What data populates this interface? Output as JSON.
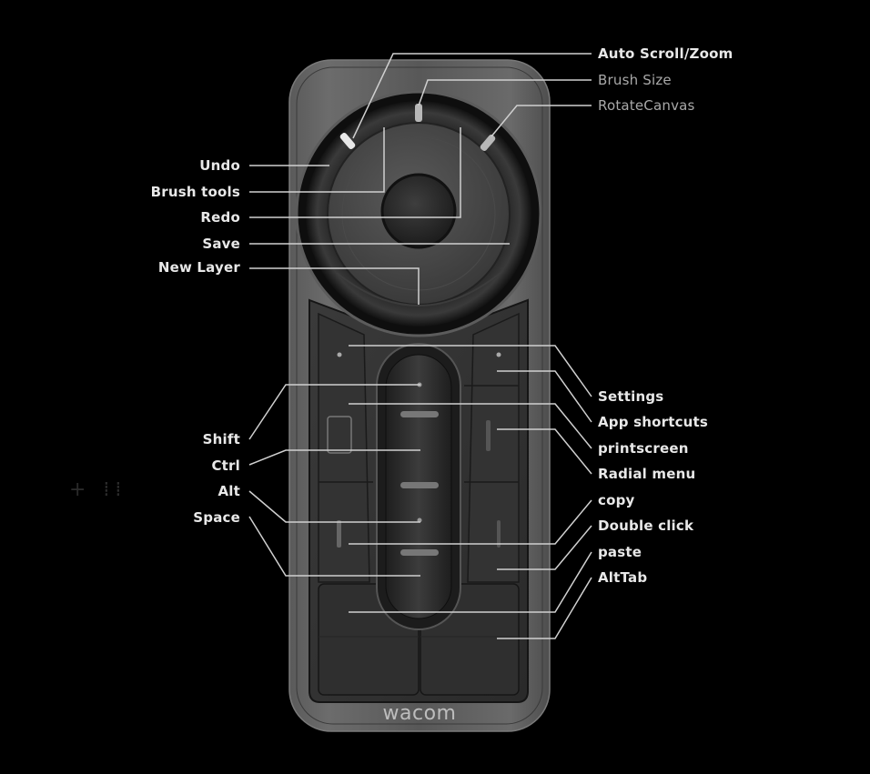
{
  "diagram": {
    "brand": "wacom",
    "left_labels": [
      {
        "id": "undo",
        "text": "Undo"
      },
      {
        "id": "brush-tools",
        "text": "Brush tools"
      },
      {
        "id": "redo",
        "text": "Redo"
      },
      {
        "id": "save",
        "text": "Save"
      },
      {
        "id": "new-layer",
        "text": "New Layer"
      },
      {
        "id": "shift",
        "text": "Shift"
      },
      {
        "id": "ctrl",
        "text": "Ctrl"
      },
      {
        "id": "alt",
        "text": "Alt"
      },
      {
        "id": "space",
        "text": "Space"
      }
    ],
    "right_labels": [
      {
        "id": "auto-scroll-zoom",
        "text": "Auto Scroll/Zoom"
      },
      {
        "id": "brush-size",
        "text": "Brush Size"
      },
      {
        "id": "rotate-canvas",
        "text": "RotateCanvas"
      },
      {
        "id": "settings",
        "text": "Settings"
      },
      {
        "id": "app-shortcuts",
        "text": "App shortcuts"
      },
      {
        "id": "printscreen",
        "text": "printscreen"
      },
      {
        "id": "radial-menu",
        "text": "Radial menu"
      },
      {
        "id": "copy",
        "text": "copy"
      },
      {
        "id": "double-click",
        "text": "Double click"
      },
      {
        "id": "paste",
        "text": "paste"
      },
      {
        "id": "alttab",
        "text": "AltTab"
      }
    ],
    "colors": {
      "background": "#000000",
      "device_body": "#4a4a4a",
      "device_edge": "#6e6e6e",
      "leader_line": "#d0d0d0",
      "label_text": "#e8e8e8",
      "dim_label_text": "#a9a9a9"
    }
  }
}
